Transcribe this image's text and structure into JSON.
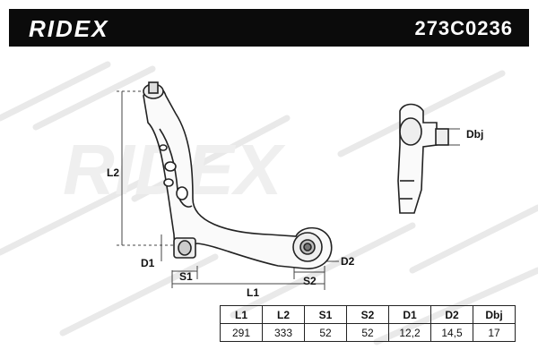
{
  "header": {
    "brand": "RIDEX",
    "part_number": "273C0236"
  },
  "watermark": {
    "text": "RIDEX"
  },
  "dimension_labels": {
    "l2": "L2",
    "d1": "D1",
    "s1": "S1",
    "l1": "L1",
    "s2": "S2",
    "d2": "D2",
    "dbj": "Dbj"
  },
  "spec_table": {
    "headers": [
      "L1",
      "L2",
      "S1",
      "S2",
      "D1",
      "D2",
      "Dbj"
    ],
    "values": [
      "291",
      "333",
      "52",
      "52",
      "12,2",
      "14,5",
      "17"
    ]
  },
  "colors": {
    "header_bg": "#0b0b0b",
    "watermark": "#e6e6e6",
    "outline": "#222222"
  }
}
